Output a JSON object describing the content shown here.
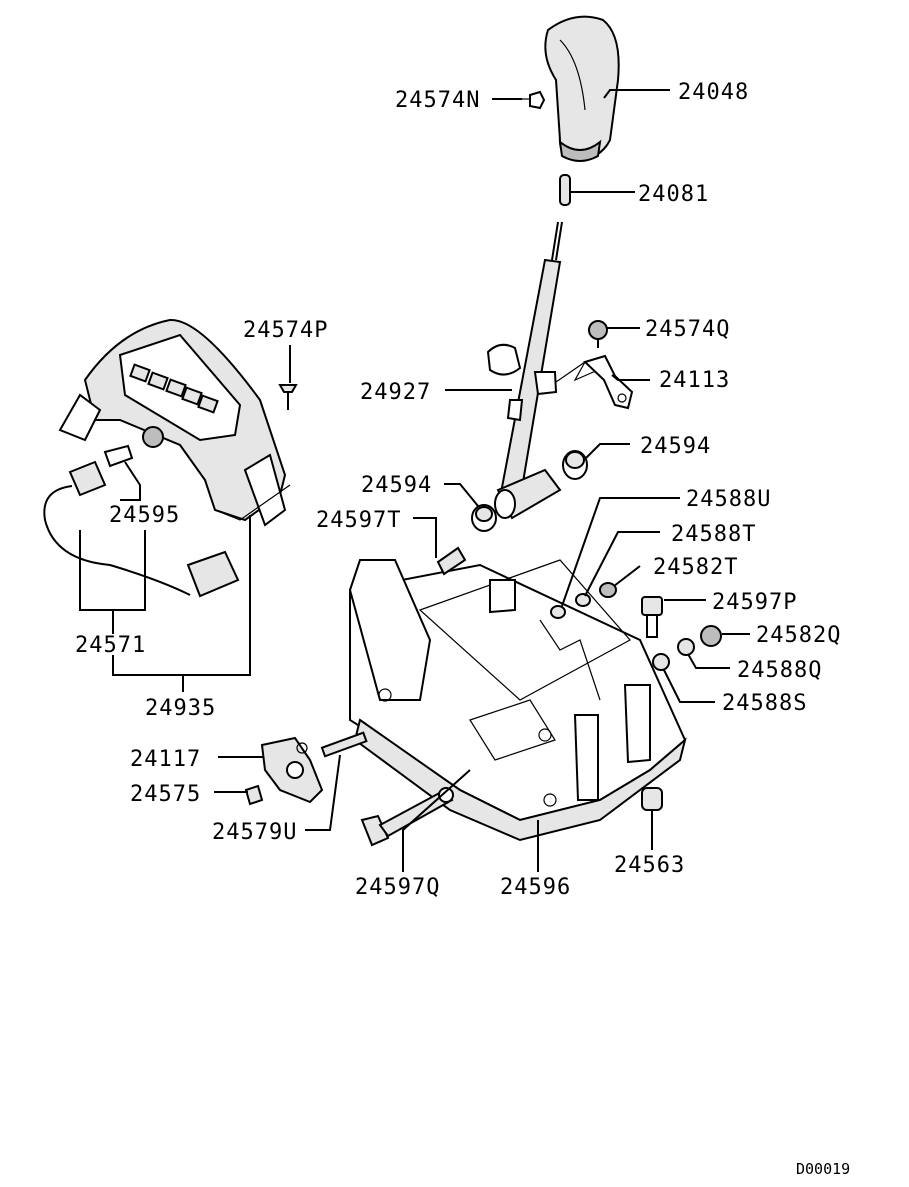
{
  "parts": {
    "p24048": "24048",
    "p24574N": "24574N",
    "p24081": "24081",
    "p24574P": "24574P",
    "p24574Q": "24574Q",
    "p24927": "24927",
    "p24113": "24113",
    "p24594_right": "24594",
    "p24594_left": "24594",
    "p24588U": "24588U",
    "p24595": "24595",
    "p24597T": "24597T",
    "p24588T": "24588T",
    "p24582T": "24582T",
    "p24597P": "24597P",
    "p24582Q": "24582Q",
    "p24571": "24571",
    "p24588Q": "24588Q",
    "p24588S": "24588S",
    "p24935": "24935",
    "p24117": "24117",
    "p24575": "24575",
    "p24579U": "24579U",
    "p24563": "24563",
    "p24597Q": "24597Q",
    "p24596": "24596"
  },
  "footer": {
    "diagram_code": "D00019"
  }
}
